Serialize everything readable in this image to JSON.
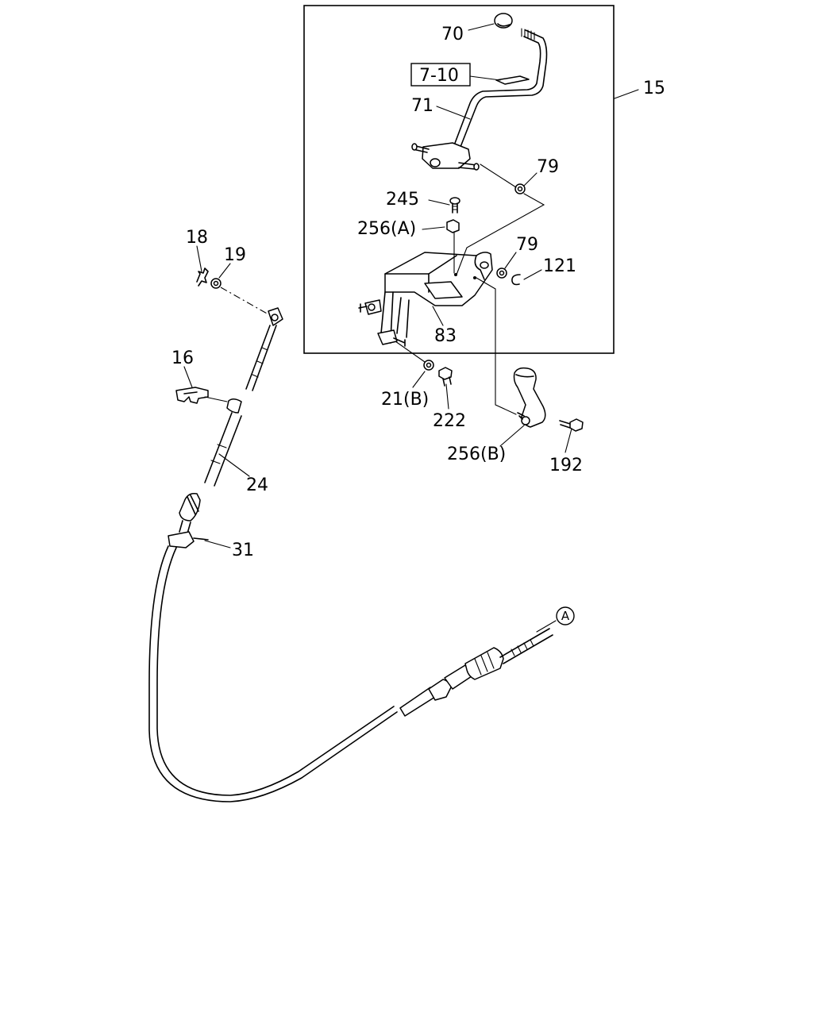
{
  "labels": {
    "p70": "70",
    "p7_10": "7-10",
    "p71": "71",
    "p15": "15",
    "p79a": "79",
    "p245": "245",
    "p256a": "256(A)",
    "p79b": "79",
    "p121": "121",
    "p83": "83",
    "p18": "18",
    "p19": "19",
    "p16": "16",
    "p21b": "21(B)",
    "p222": "222",
    "p256b": "256(B)",
    "p192": "192",
    "p24": "24",
    "p31": "31",
    "ref_a": "A"
  }
}
